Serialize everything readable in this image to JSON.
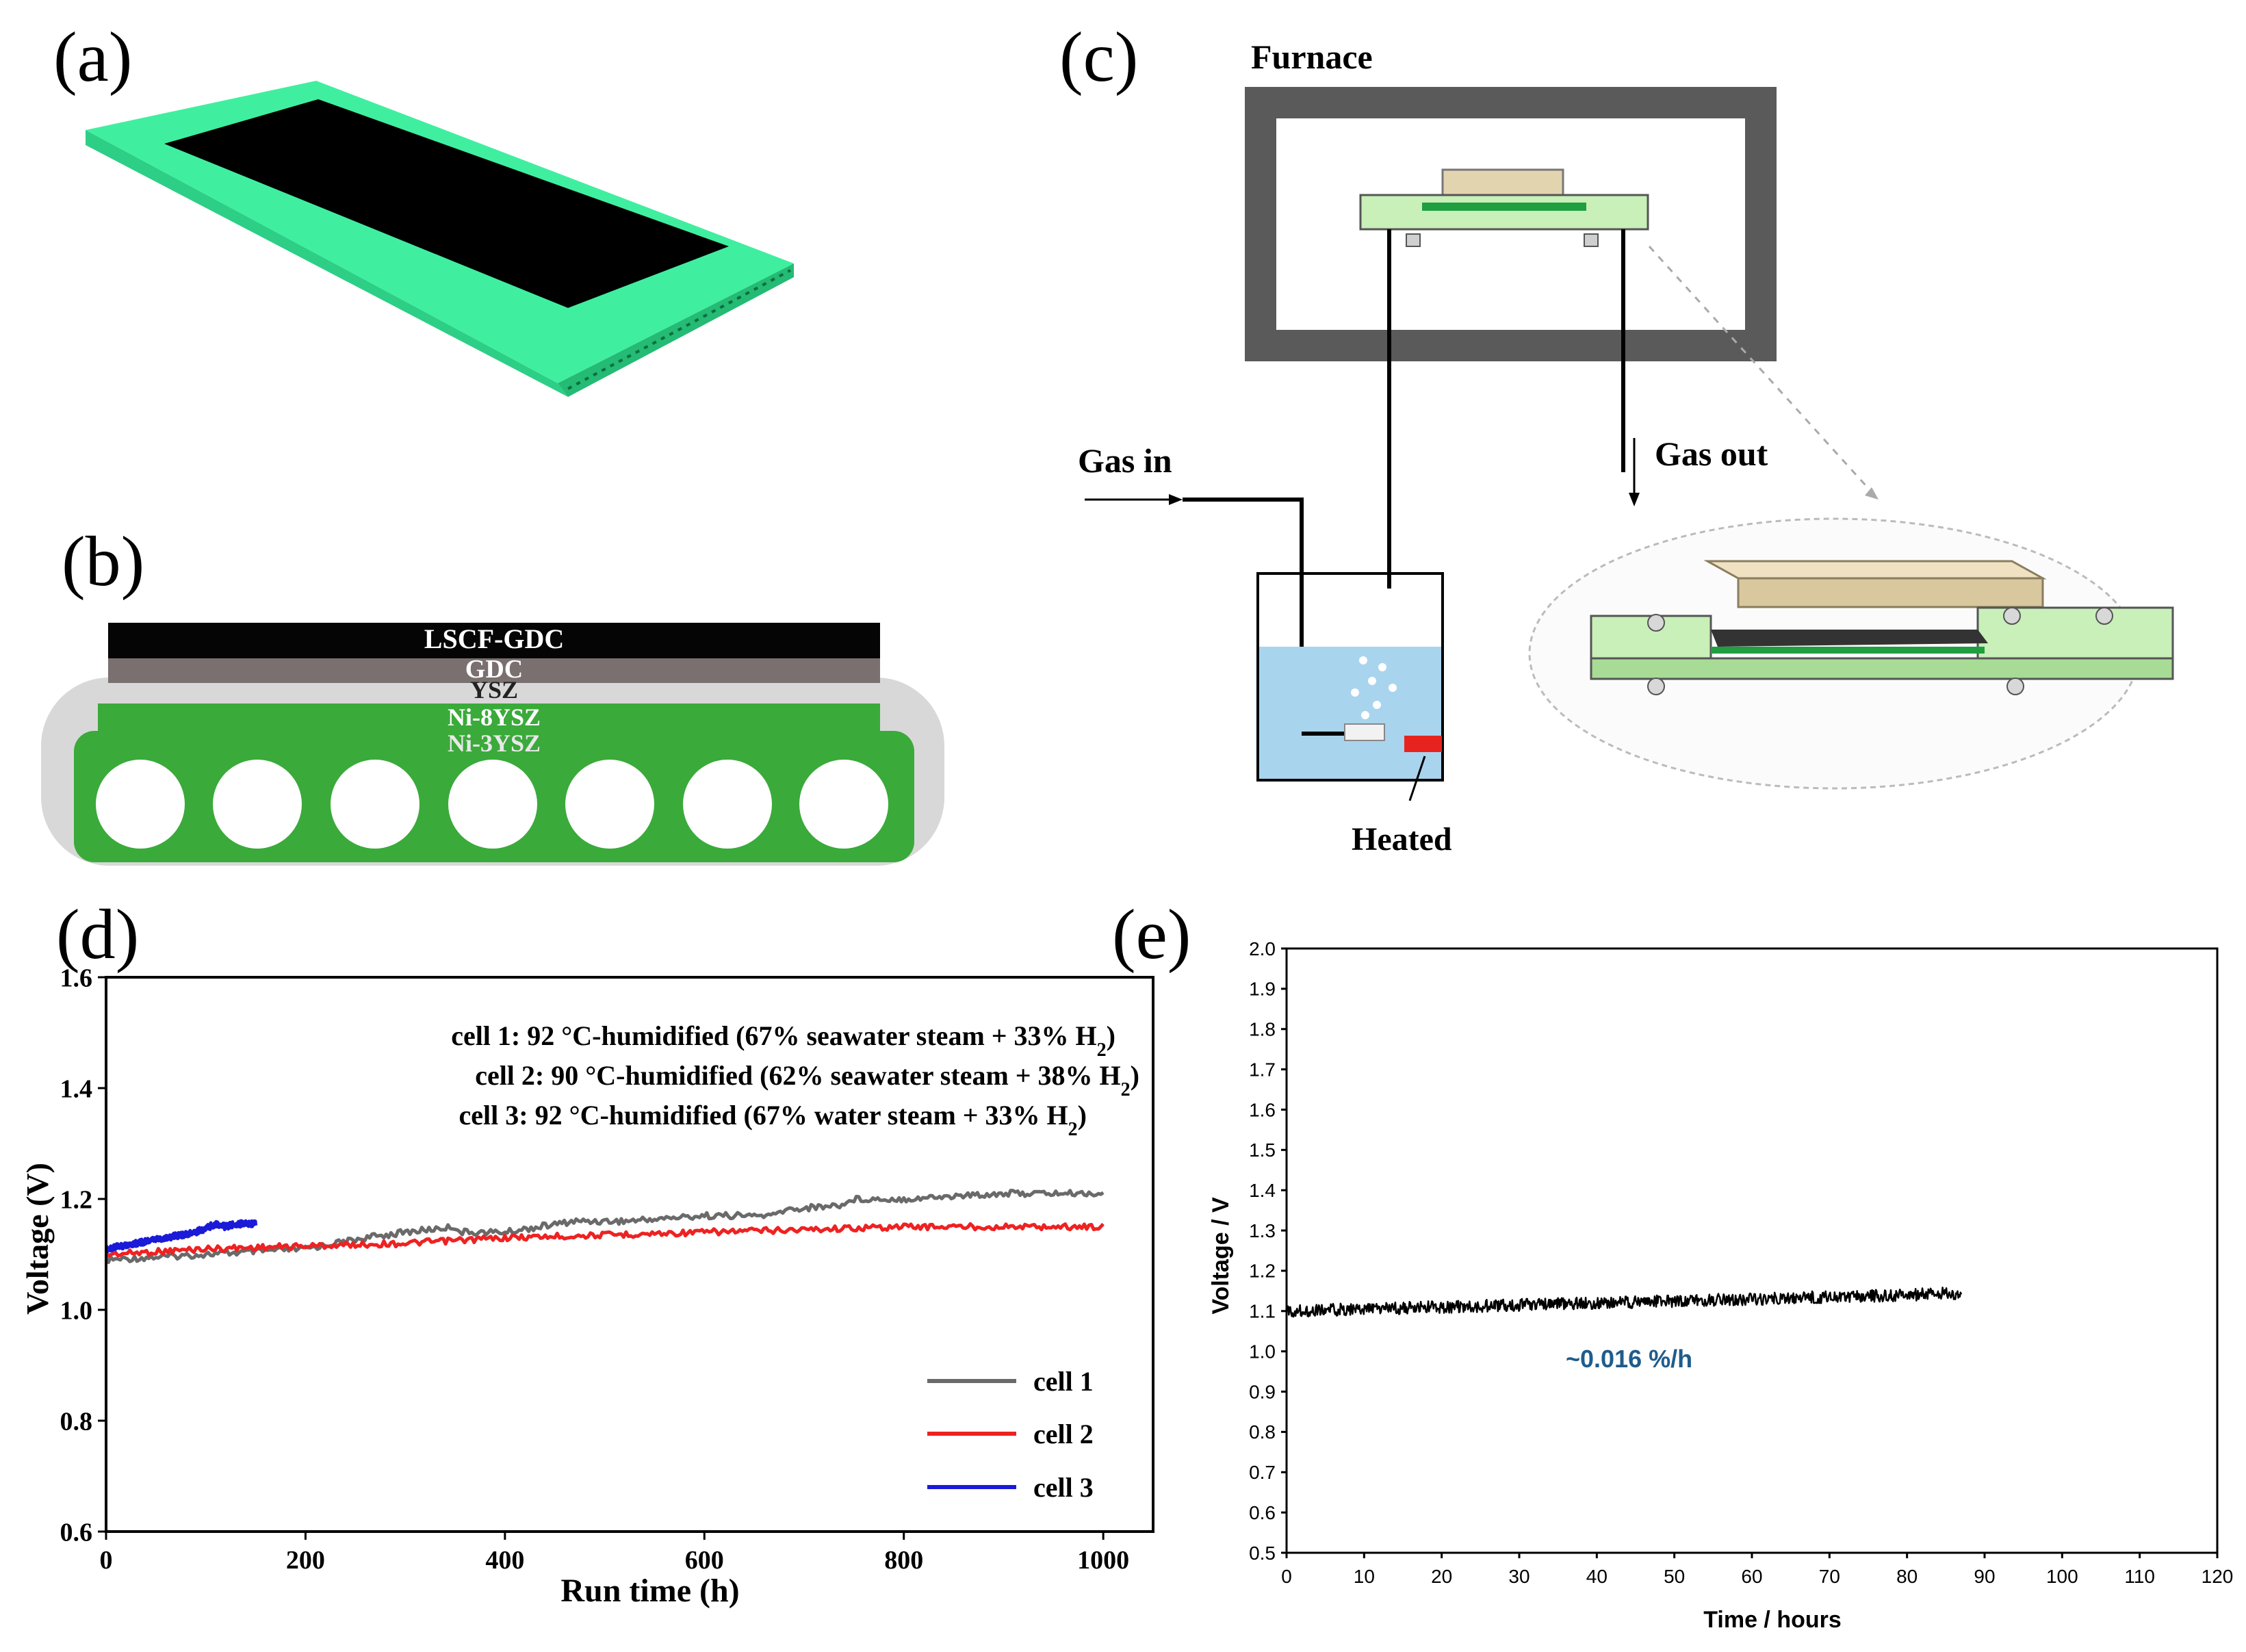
{
  "panels": {
    "a": "(a)",
    "b": "(b)",
    "c": "(c)",
    "d": "(d)",
    "e": "(e)"
  },
  "layers": {
    "lscf_gdc": "LSCF-GDC",
    "gdc": "GDC",
    "ysz": "YSZ",
    "ni_8ysz": "Ni-8YSZ",
    "ni_3ysz": "Ni-3YSZ"
  },
  "setup": {
    "furnace": "Furnace",
    "gas_in": "Gas in",
    "gas_out": "Gas out",
    "heated": "Heated"
  },
  "colors": {
    "support_green": "#3fef9f",
    "layer_green": "#3aaa3a",
    "furnace_gray": "#5a5a5a",
    "water_blue": "#a9d4ee",
    "heater_red": "#e8231f",
    "fixture_green": "#c8f0b8",
    "cell1": "#6a6a6a",
    "cell2": "#ee2222",
    "cell3": "#1a1ad8",
    "rate_text": "#1f5c8c"
  },
  "chart_data": [
    {
      "type": "line",
      "panel": "(d)",
      "xlabel": "Run time (h)",
      "ylabel": "Voltage (V)",
      "xlim": [
        0,
        1050
      ],
      "ylim": [
        0.6,
        1.6
      ],
      "xticks": [
        "0",
        "200",
        "400",
        "600",
        "800",
        "1000"
      ],
      "yticks": [
        "0.6",
        "0.8",
        "1.0",
        "1.2",
        "1.4",
        "1.6"
      ],
      "annotations": [
        "cell 1: 92 °C-humidified (67% seawater steam + 33% H",
        "cell 2: 90 °C-humidified (62% seawater steam + 38% H",
        "cell 3: 92 °C-humidified (67% water steam + 33% H"
      ],
      "legend_position": "bottom-right",
      "series": [
        {
          "name": "cell 1",
          "color": "#6a6a6a",
          "x": [
            0,
            100,
            200,
            260,
            300,
            350,
            355,
            400,
            470,
            520,
            600,
            670,
            680,
            740,
            750,
            800,
            900,
            1000
          ],
          "y": [
            1.09,
            1.1,
            1.11,
            1.13,
            1.14,
            1.15,
            1.14,
            1.14,
            1.16,
            1.16,
            1.17,
            1.17,
            1.18,
            1.19,
            1.2,
            1.2,
            1.21,
            1.21
          ]
        },
        {
          "name": "cell 2",
          "color": "#ee2222",
          "x": [
            0,
            100,
            200,
            300,
            400,
            500,
            600,
            700,
            800,
            900,
            1000
          ],
          "y": [
            1.1,
            1.11,
            1.115,
            1.12,
            1.13,
            1.135,
            1.14,
            1.145,
            1.15,
            1.15,
            1.15
          ]
        },
        {
          "name": "cell 3",
          "color": "#1a1ad8",
          "x": [
            0,
            30,
            60,
            90,
            110,
            120,
            130,
            150
          ],
          "y": [
            1.11,
            1.12,
            1.13,
            1.14,
            1.155,
            1.15,
            1.155,
            1.155
          ]
        }
      ]
    },
    {
      "type": "line",
      "panel": "(e)",
      "xlabel": "Time / hours",
      "ylabel": "Voltage / V",
      "xlim": [
        0,
        120
      ],
      "ylim": [
        0.5,
        2.0
      ],
      "xticks": [
        "0",
        "10",
        "20",
        "30",
        "40",
        "50",
        "60",
        "70",
        "80",
        "90",
        "100",
        "110",
        "120"
      ],
      "yticks": [
        "0.5",
        "0.6",
        "0.7",
        "0.8",
        "0.9",
        "1.0",
        "1.1",
        "1.2",
        "1.3",
        "1.4",
        "1.5",
        "1.6",
        "1.7",
        "1.8",
        "1.9",
        "2.0"
      ],
      "annotation": "~0.016 %/h",
      "series": [
        {
          "color": "#000000",
          "x": [
            0,
            10,
            20,
            30,
            40,
            50,
            60,
            70,
            80,
            87
          ],
          "y": [
            1.1,
            1.105,
            1.11,
            1.115,
            1.12,
            1.125,
            1.13,
            1.135,
            1.14,
            1.145
          ]
        }
      ]
    }
  ]
}
